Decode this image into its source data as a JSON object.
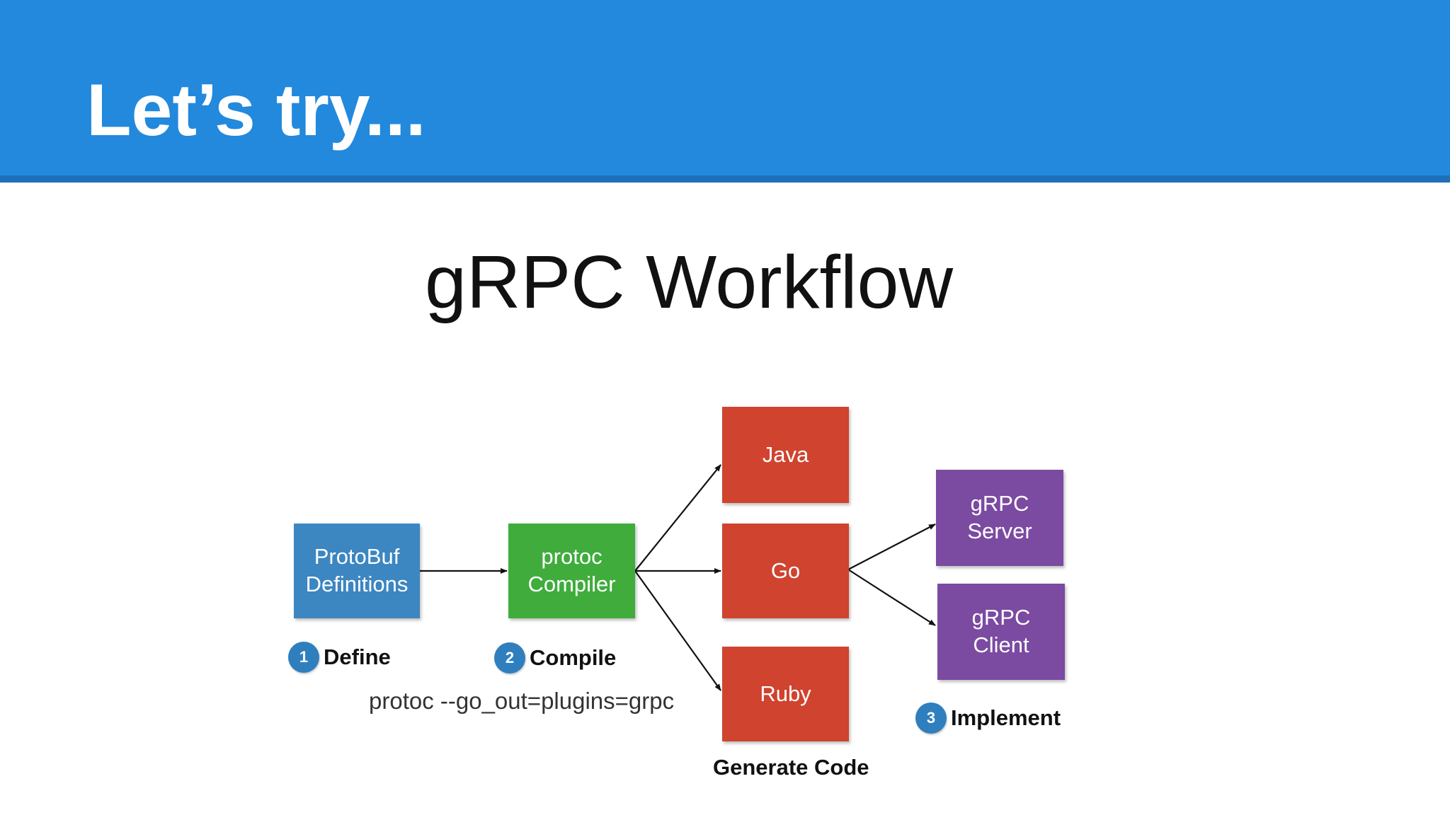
{
  "slide": {
    "title": "Let’s try..."
  },
  "diagram": {
    "title": "gRPC Workflow",
    "nodes": {
      "protobuf": {
        "line1": "ProtoBuf",
        "line2": "Definitions"
      },
      "protoc": {
        "line1": "protoc",
        "line2": "Compiler"
      },
      "java": {
        "label": "Java"
      },
      "go": {
        "label": "Go"
      },
      "ruby": {
        "label": "Ruby"
      },
      "server": {
        "line1": "gRPC",
        "line2": "Server"
      },
      "client": {
        "line1": "gRPC",
        "line2": "Client"
      }
    },
    "steps": [
      {
        "number": "1",
        "label": "Define"
      },
      {
        "number": "2",
        "label": "Compile"
      },
      {
        "number": "3",
        "label": "Implement"
      }
    ],
    "command": "protoc --go_out=plugins=grpc",
    "generate_label": "Generate Code"
  },
  "colors": {
    "header": "#2289dd",
    "define_box": "#3c86c1",
    "compile_box": "#3fac3c",
    "language_box": "#d0432f",
    "grpc_box": "#7b4aa1"
  }
}
